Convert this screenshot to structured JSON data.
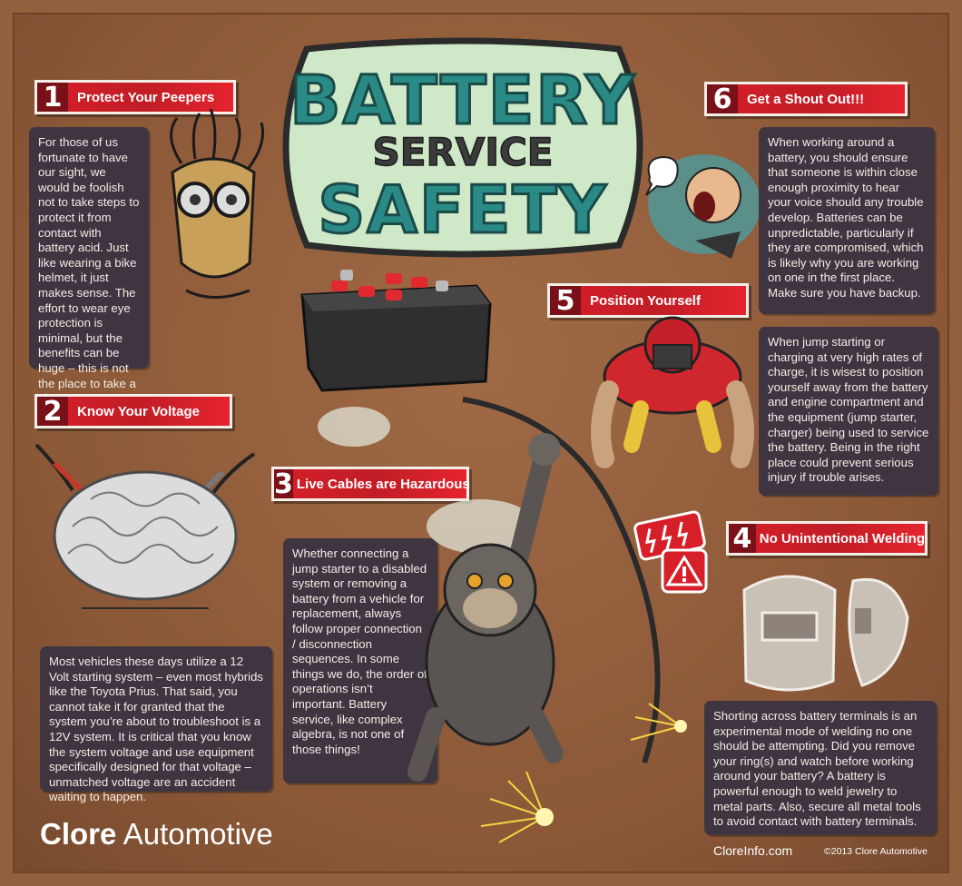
{
  "title": {
    "line1": "BATTERY",
    "line2": "SERVICE",
    "line3": "SAFETY"
  },
  "sections": [
    {
      "num": "1",
      "heading": "Protect Your Peepers",
      "body": "For those of us fortunate to have our sight, we would be foolish not to take steps to protect it from contact with battery acid. Just like wearing a bike helmet, it just makes sense. The effort to wear eye protection is minimal, but the benefits can be huge – this is not the place to take a short cut!"
    },
    {
      "num": "2",
      "heading": "Know Your Voltage",
      "body": "Most vehicles these days utilize a 12 Volt starting system – even most hybrids like the Toyota Prius. That said, you cannot take it for granted that the system you’re about to troubleshoot is a 12V system. It is critical that you know the system voltage and use equipment specifically designed for that voltage – unmatched voltage are an accident waiting to happen."
    },
    {
      "num": "3",
      "heading": "Live Cables are Hazardous",
      "body": "Whether connecting a jump starter to a disabled system or removing a battery from a vehicle for replacement, always follow proper connection / disconnection sequences. In some things we do, the order of operations isn’t important. Battery service, like complex algebra, is not one of those things!"
    },
    {
      "num": "4",
      "heading": "No Unintentional Welding",
      "body": "Shorting across battery terminals is an experimental mode of welding no one should be attempting. Did you remove your ring(s) and watch before working around your battery? A battery is powerful enough to weld jewelry to metal parts. Also, secure all metal tools to avoid contact with battery terminals."
    },
    {
      "num": "5",
      "heading": "Position Yourself",
      "body": "When jump starting or charging at very high rates of charge, it is wisest to position yourself away from the battery and engine compartment and the equipment (jump starter, charger) being used to service the battery. Being in the right place could prevent serious injury if trouble arises."
    },
    {
      "num": "6",
      "heading": "Get a Shout Out!!!",
      "body": "When working around a battery, you should ensure that someone is within close enough proximity to hear your voice should any trouble develop. Batteries can be unpredictable, particularly if they are compromised, which is likely why you are working on one in the first place. Make sure you have backup."
    }
  ],
  "footer": {
    "brand_bold": "Clore",
    "brand_rest": " Automotive",
    "website": "CloreInfo.com",
    "copyright": "©2013 Clore Automotive"
  },
  "colors": {
    "background": "#93603f",
    "header_red": "#d61f29",
    "number_dark_red": "#7a1018",
    "textbox": "#3f3540",
    "title_teal": "#2a8a86",
    "sign_mint": "#cfe8c8"
  },
  "icons": [
    "goggles-man-illustration",
    "battery-illustration",
    "brain-with-clamps-illustration",
    "monkey-on-cable-illustration",
    "football-player-illustration",
    "shouting-man-illustration",
    "welding-mask-illustration",
    "high-voltage-sign-icon",
    "warning-triangle-icon",
    "spark-icon"
  ]
}
